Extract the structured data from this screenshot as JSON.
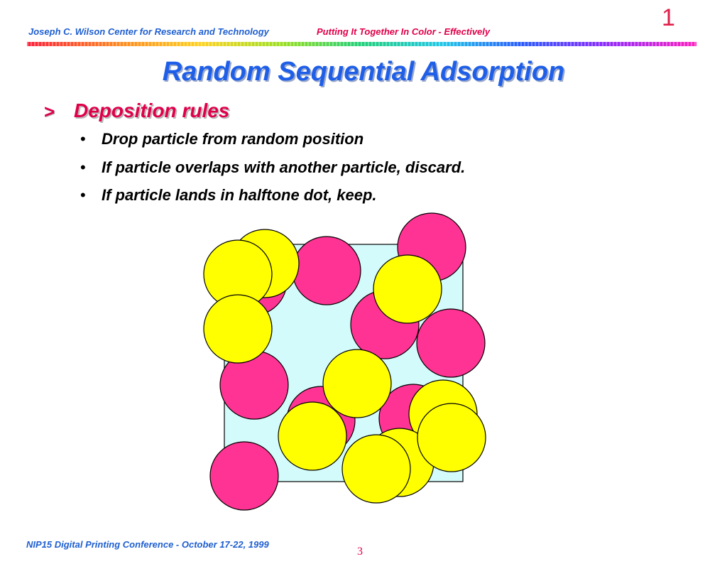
{
  "header": {
    "left": "Joseph C. Wilson Center for Research and Technology",
    "right": "Putting It Together In Color - Effectively",
    "slide_number": "1"
  },
  "title": "Random Sequential Adsorption",
  "subheading": {
    "marker": ">",
    "text": "Deposition rules"
  },
  "bullets": [
    {
      "symbol": "•",
      "text": "Drop particle from random position"
    },
    {
      "symbol": "•",
      "text": "If particle overlaps with another particle, discard."
    },
    {
      "symbol": "•",
      "text": "If particle lands in halftone dot, keep."
    }
  ],
  "figure": {
    "colors": {
      "square": "#d4fbfb",
      "magenta": "#ff3393",
      "yellow": "#ffff00",
      "outline": "#000000"
    }
  },
  "footer": {
    "left": "NIP15 Digital Printing Conference - October 17-22, 1999",
    "page": "3"
  }
}
